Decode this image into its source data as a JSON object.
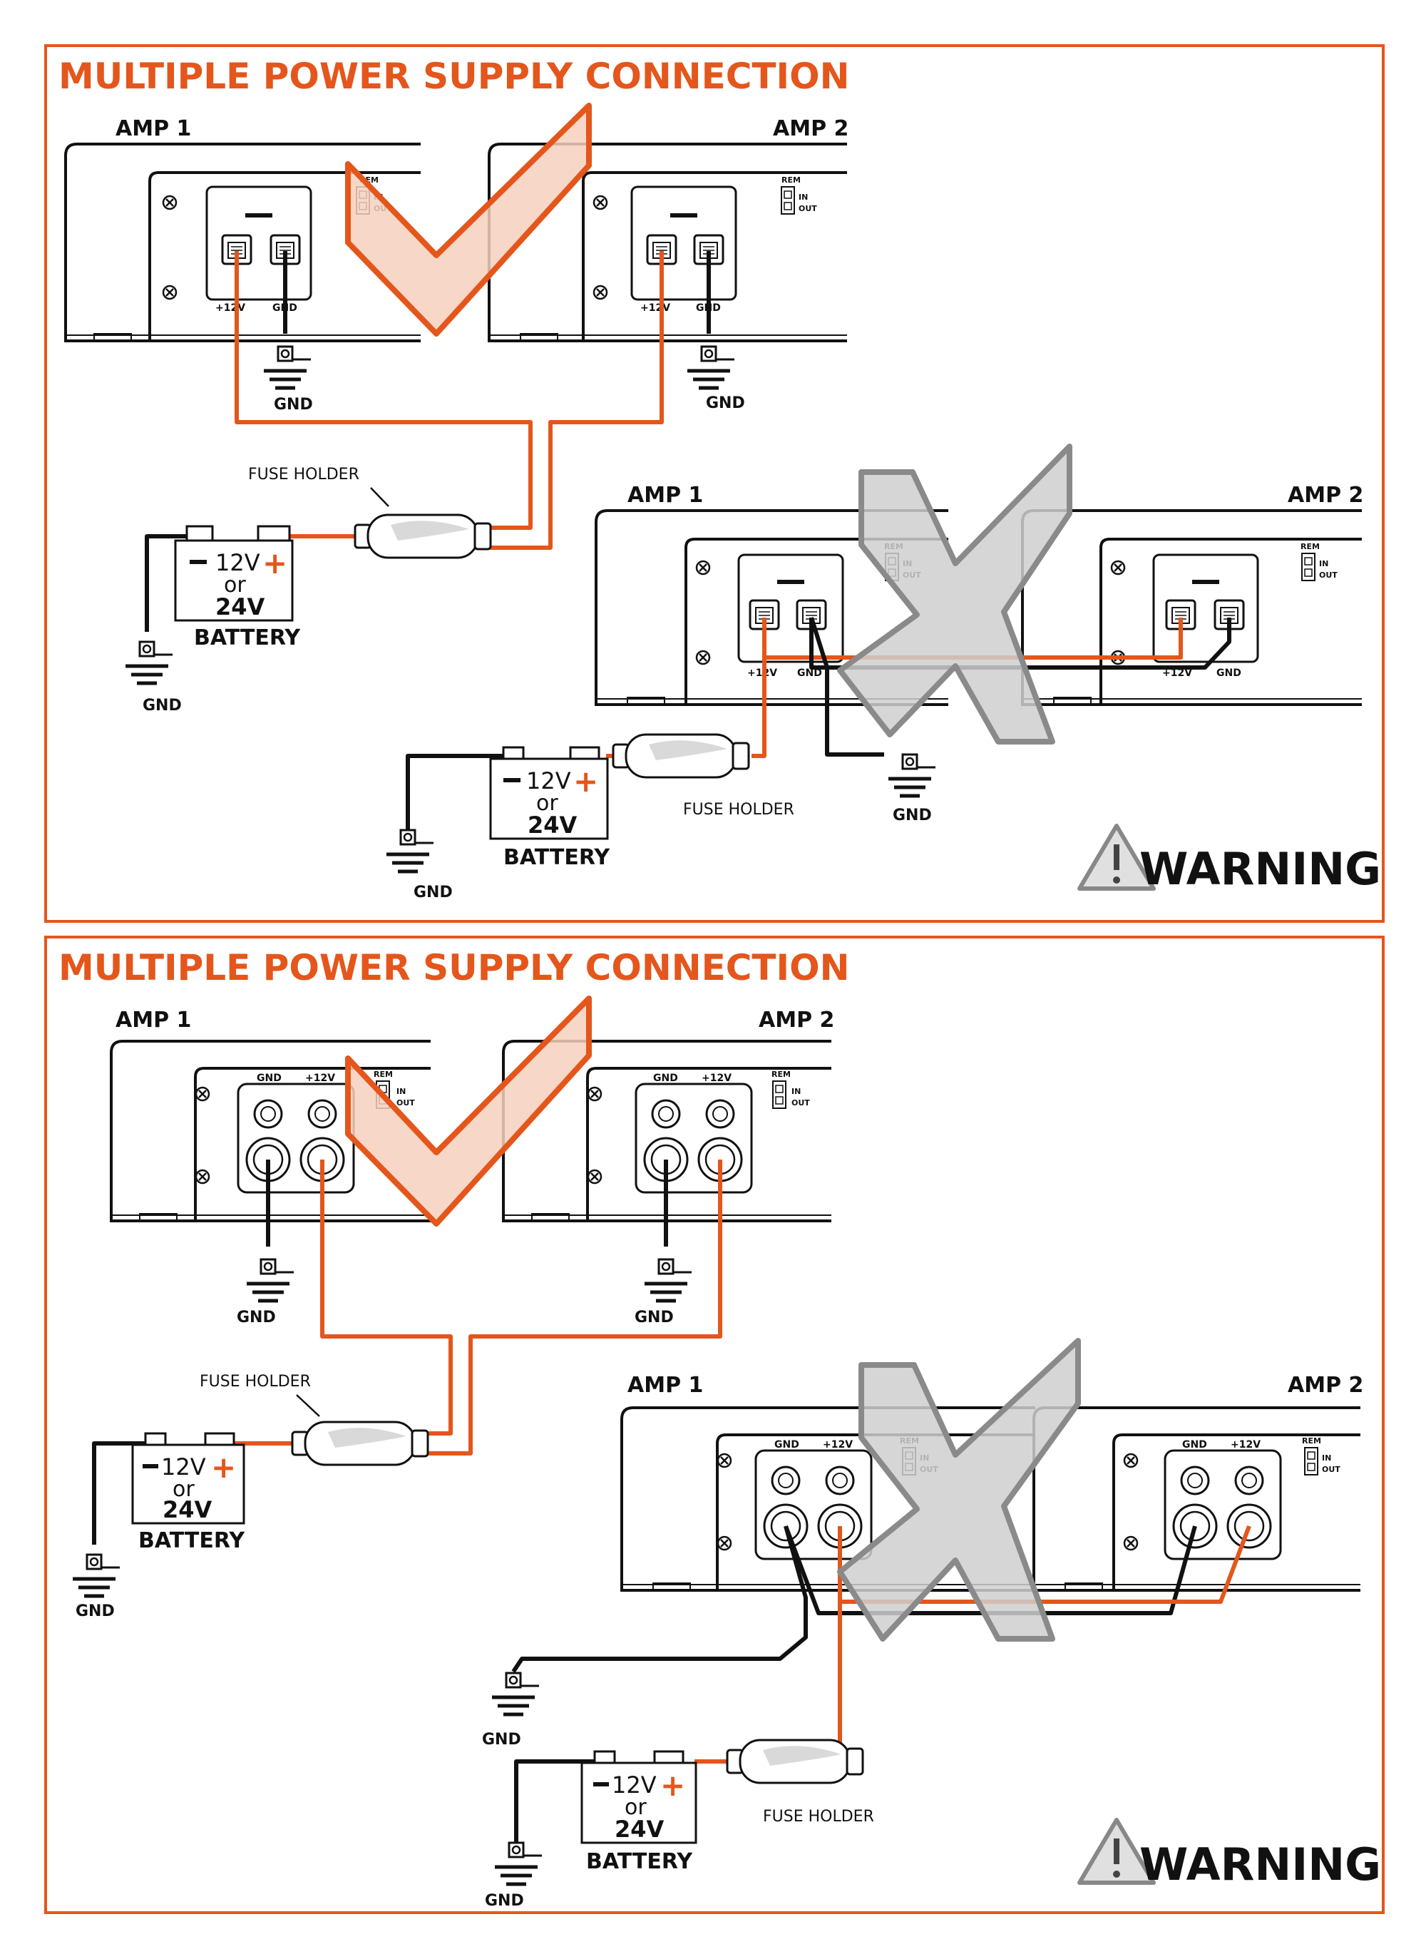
{
  "colors": {
    "accent": "#e4561b",
    "wire_positive": "#e4561b",
    "wire_ground": "#111111",
    "check_fill": "#f6d0bd",
    "cross_fill": "#cfcfcf",
    "cross_stroke": "#8a8a8a"
  },
  "icons": [
    "check-mark-icon",
    "cross-mark-icon",
    "warning-triangle-icon",
    "ground-symbol-icon",
    "screw-icon"
  ],
  "panels": [
    {
      "title": "MULTIPLE POWER SUPPLY CONNECTION",
      "correct": {
        "amp1": "AMP 1",
        "amp2": "AMP 2",
        "fuse_holder": "FUSE HOLDER",
        "battery": {
          "voltage": "12V",
          "or": "or",
          "alt_voltage": "24V",
          "label": "BATTERY"
        },
        "gnd": "GND"
      },
      "wrong": {
        "amp1": "AMP 1",
        "amp2": "AMP 2",
        "fuse_holder": "FUSE HOLDER",
        "battery": {
          "voltage": "12V",
          "or": "or",
          "alt_voltage": "24V",
          "label": "BATTERY"
        },
        "gnd": "GND"
      },
      "terminal_labels": {
        "pos": "+12V",
        "gnd": "GND"
      },
      "rem": {
        "rem": "REM",
        "in": "IN",
        "out": "OUT"
      },
      "warning": "WARNING"
    },
    {
      "title": "MULTIPLE POWER SUPPLY CONNECTION",
      "correct": {
        "amp1": "AMP 1",
        "amp2": "AMP 2",
        "fuse_holder": "FUSE HOLDER",
        "battery": {
          "voltage": "12V",
          "or": "or",
          "alt_voltage": "24V",
          "label": "BATTERY"
        },
        "gnd": "GND"
      },
      "wrong": {
        "amp1": "AMP 1",
        "amp2": "AMP 2",
        "fuse_holder": "FUSE HOLDER",
        "battery": {
          "voltage": "12V",
          "or": "or",
          "alt_voltage": "24V",
          "label": "BATTERY"
        },
        "gnd": "GND"
      },
      "terminal_labels": {
        "pos": "+12V",
        "gnd": "GND"
      },
      "rem": {
        "rem": "REM",
        "in": "IN",
        "out": "OUT"
      },
      "warning": "WARNING"
    }
  ]
}
